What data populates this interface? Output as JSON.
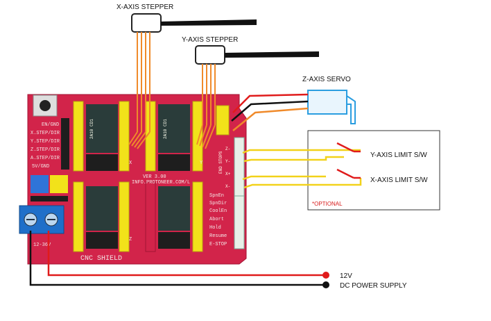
{
  "labels": {
    "x_stepper": "X-AXIS STEPPER",
    "y_stepper": "Y-AXIS STEPPER",
    "z_servo": "Z-AXIS SERVO",
    "y_limit": "Y-AXIS LIMIT S/W",
    "x_limit": "X-AXIS LIMIT S/W",
    "optional": "*OPTIONAL",
    "v12": "12V",
    "dc_supply": "DC POWER SUPPLY"
  },
  "board": {
    "title": "CNC SHIELD",
    "version": "VER 3.00",
    "url": "INFO.PROTONEER.COM/L",
    "voltage": "12-36V",
    "left_pins": [
      "EN/GND",
      "X.STEP/DIR",
      "Y.STEP/DIR",
      "Z.STEP/DIR",
      "A.STEP/DIR",
      "5V/GND"
    ],
    "end_stops": "END STOPS",
    "stop_labels": [
      "Z-",
      "Y-",
      "X+",
      "X-"
    ],
    "control_pins": [
      "SpnEn",
      "SpnDir",
      "CoolEn",
      "Abort",
      "Hold",
      "Resume",
      "E-STOP"
    ],
    "axis_letters": [
      "X",
      "Y",
      "Z"
    ],
    "driver_text": "2A10 CD1"
  },
  "colors": {
    "board": "#d2244a",
    "header": "#f2e21a",
    "wire_orange": "#f08a2a",
    "wire_red": "#e01b1b",
    "wire_yellow": "#f2d21a",
    "servo": "#2a9de0"
  }
}
